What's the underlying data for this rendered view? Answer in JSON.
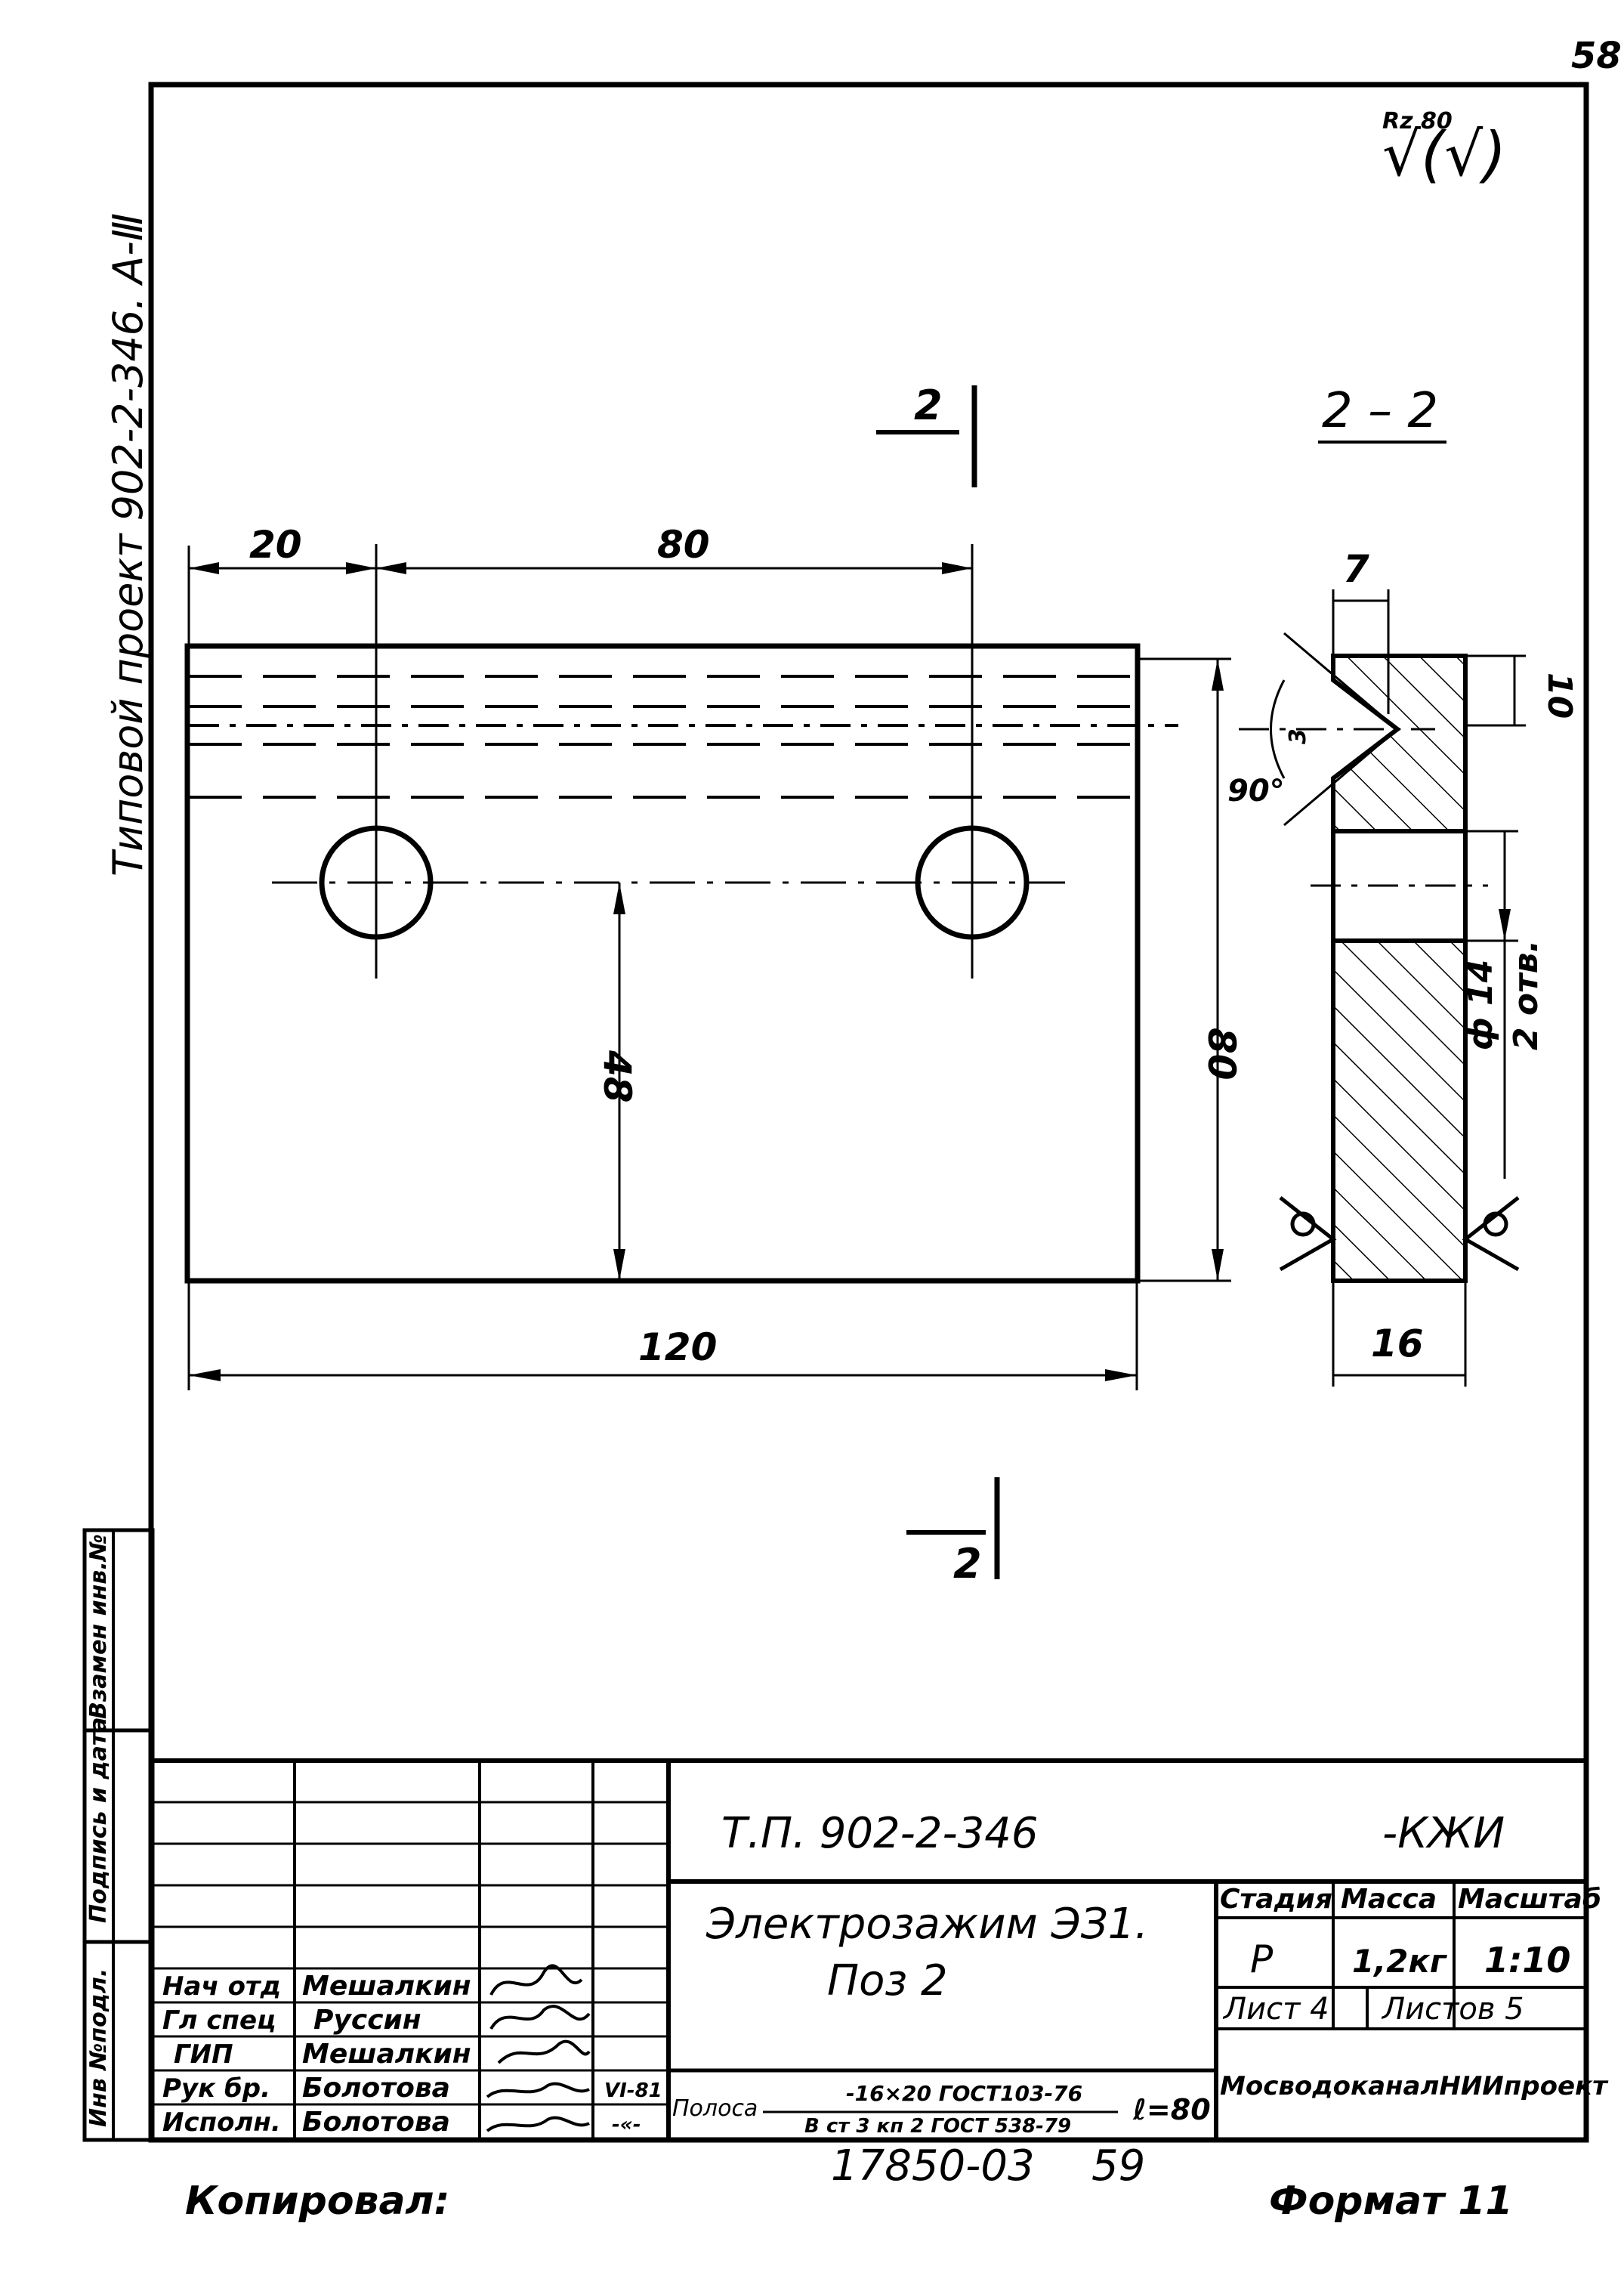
{
  "page_number": "58",
  "roughness": {
    "label": "Rz 80",
    "symbol": "√(√)"
  },
  "side_title": "Типовой проект 902-2-346.   А-Ⅲ",
  "section": {
    "mark": "2",
    "title": "2 – 2"
  },
  "front_view": {
    "dim_left": "20",
    "dim_top": "80",
    "dim_bottom": "120",
    "dim_height": "80",
    "dim_axis": "48"
  },
  "section_view": {
    "dim_top": "7",
    "dim_right": "10",
    "angle": "90°",
    "chamfer": "3",
    "hole_diameter": "ф 14",
    "hole_count": "2 отв.",
    "dim_bottom": "16"
  },
  "side_stamp": {
    "cells": [
      "Инв №подл.",
      "Подпись и дата",
      "Взамен инв.№"
    ]
  },
  "title_block": {
    "doc_code": "Т.П. 902-2-346",
    "doc_suffix": "-КЖИ",
    "name_line1": "Электрозажим ЭЗ1.",
    "name_line2": "Поз 2",
    "col_stage": "Стадия",
    "col_mass": "Масса",
    "col_scale": "Масштаб",
    "stage": "Р",
    "mass": "1,2кг",
    "scale": "1:10",
    "sheet_label": "Лист 4",
    "sheets_label": "Листов 5",
    "org": "МосводоканалНИИпроект",
    "material_prefix": "Полоса",
    "material_top": "-16×20 ГОСТ103-76",
    "material_bottom": "В ст 3 кп 2 ГОСТ 538-79",
    "material_suffix": "ℓ=80",
    "roles": [
      {
        "role": "Нач отд",
        "name": "Мешалкин",
        "date": ""
      },
      {
        "role": "Гл спец",
        "name": "Руссин",
        "date": ""
      },
      {
        "role": "ГИП",
        "name": "Мешалкин",
        "date": ""
      },
      {
        "role": "Рук бр.",
        "name": "Болотова",
        "date": "VI-81"
      },
      {
        "role": "Исполн.",
        "name": "Болотова",
        "date": "-«-"
      }
    ]
  },
  "footer": {
    "copied": "Копировал:",
    "number": "17850-03",
    "page": "59",
    "format": "Формат 11"
  }
}
